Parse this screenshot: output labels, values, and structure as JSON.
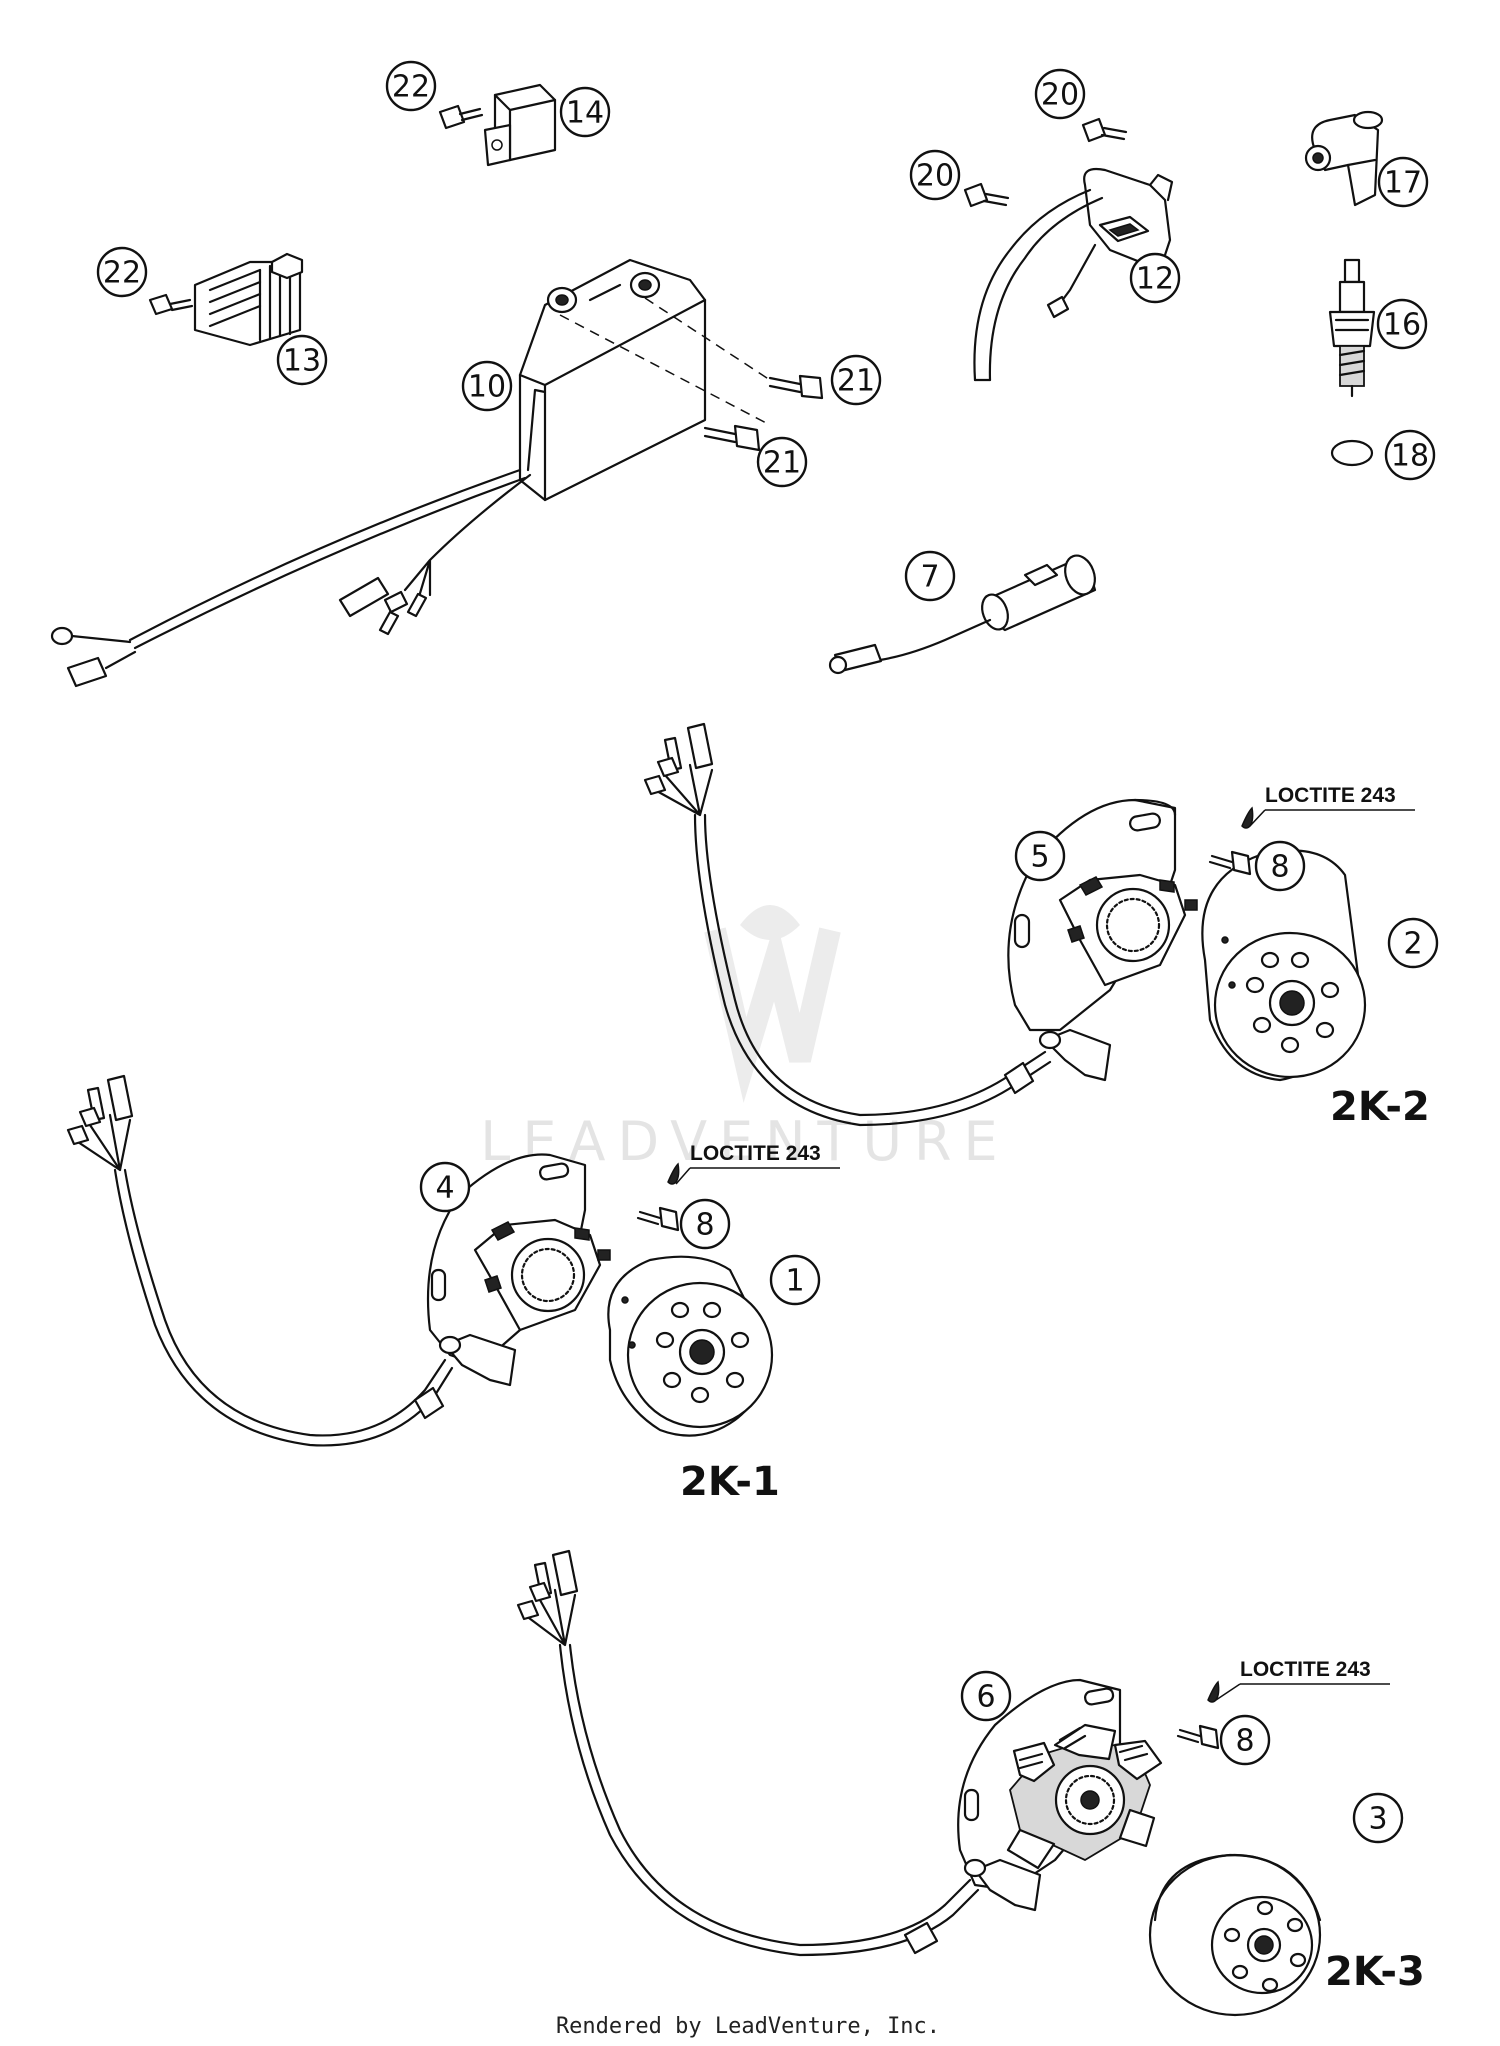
{
  "callouts": {
    "c22a": "22",
    "c14": "14",
    "c20a": "20",
    "c20b": "20",
    "c17": "17",
    "c12": "12",
    "c22b": "22",
    "c13": "13",
    "c16": "16",
    "c10": "10",
    "c21a": "21",
    "c21b": "21",
    "c18": "18",
    "c7": "7",
    "c5": "5",
    "c8a": "8",
    "c2": "2",
    "c4": "4",
    "c8b": "8",
    "c1": "1",
    "c6": "6",
    "c8c": "8",
    "c3": "3"
  },
  "variants": {
    "v2k2": "2K-2",
    "v2k1": "2K-1",
    "v2k3": "2K-3"
  },
  "loctite": {
    "l1": "LOCTITE 243",
    "l2": "LOCTITE 243",
    "l3": "LOCTITE 243"
  },
  "watermark": "LEADVENTURE",
  "footer": "Rendered by LeadVenture, Inc."
}
